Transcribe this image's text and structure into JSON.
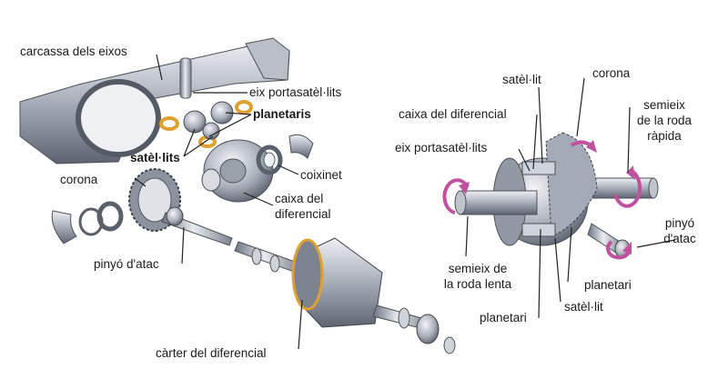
{
  "exploded_view": {
    "carcassa": "carcassa dels eixos",
    "eix_portasatelits": "eix portasatèl·lits",
    "planetaris": "planetaris",
    "satelits": "satèl·lits",
    "corona": "corona",
    "coixinet": "coixinet",
    "caixa_diferencial_l1": "caixa del",
    "caixa_diferencial_l2": "diferencial",
    "pinyo_atac": "pinyó d'atac",
    "carter": "càrter del diferencial"
  },
  "assembled_view": {
    "satelit_top": "satèl·lit",
    "corona": "corona",
    "caixa_diferencial": "caixa del diferencial",
    "eix_portasatelits": "eix portasatèl·lits",
    "semieix_rapida_l1": "semieix",
    "semieix_rapida_l2": "de la roda",
    "semieix_rapida_l3": "ràpida",
    "pinyo_l1": "pinyó",
    "pinyo_l2": "d'atac",
    "semieix_lenta_l1": "semieix de",
    "semieix_lenta_l2": "la roda lenta",
    "planetari_right": "planetari",
    "satelit_bottom": "satèl·lit",
    "planetari_bottom": "planetari"
  },
  "colors": {
    "metal_light": "#d5d8df",
    "metal_dark": "#6b7280",
    "gold": "#e0a030",
    "arrow": "#c0519e"
  }
}
